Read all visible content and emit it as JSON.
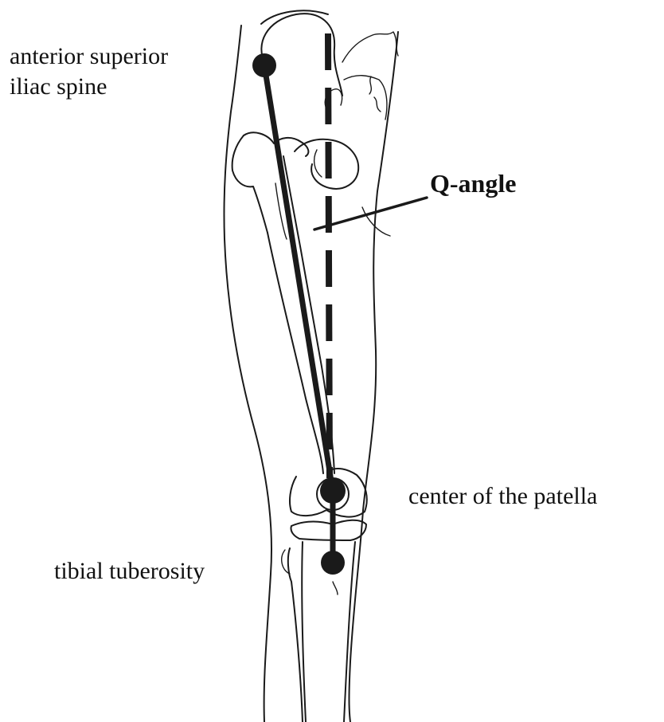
{
  "labels": {
    "asis_line1": "anterior superior",
    "asis_line2": "iliac spine",
    "q_angle": "Q-angle",
    "patella": "center of the patella",
    "tibial": "tibial tuberosity"
  },
  "colors": {
    "ink": "#1a1a1a",
    "background": "#ffffff"
  }
}
